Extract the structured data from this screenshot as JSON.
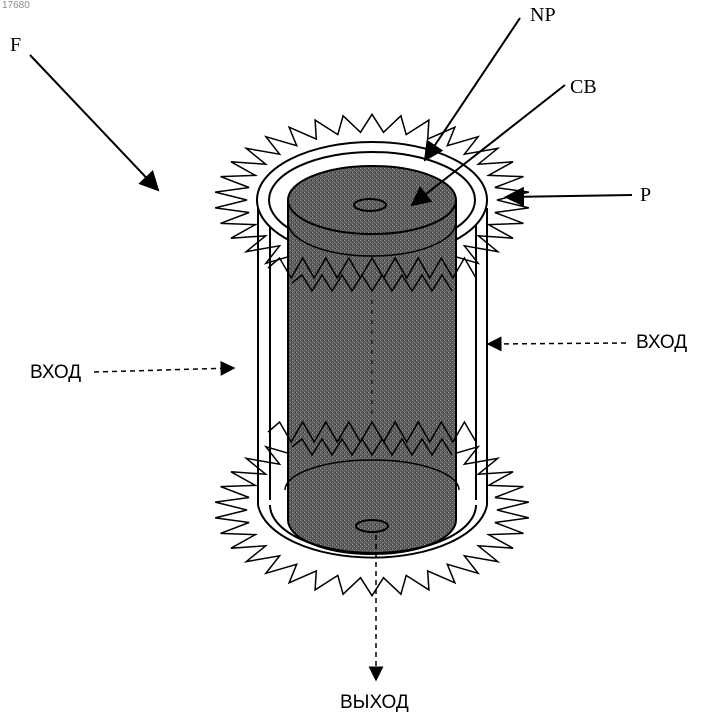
{
  "figure": {
    "corner_number": "17680",
    "labels": {
      "F": "F",
      "NP": "NP",
      "CB": "CB",
      "P": "P",
      "inlet_left": "ВХОД",
      "inlet_right": "ВХОД",
      "outlet": "ВЫХОД"
    }
  },
  "colors": {
    "ink": "#000000",
    "core_fill": "#6e6e6e",
    "background": "#ffffff"
  }
}
